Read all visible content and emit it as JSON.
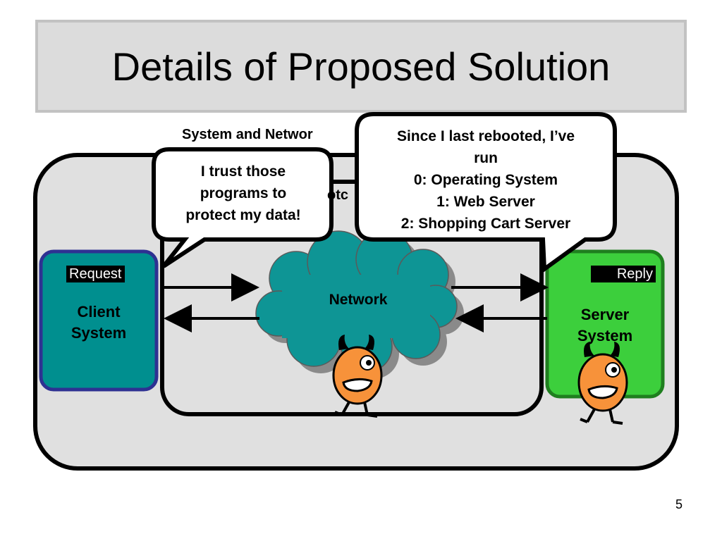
{
  "slide": {
    "title": "Details of Proposed Solution",
    "page_number": "5"
  },
  "diagram": {
    "outer_label": "System and Networ",
    "inner_label": "otc",
    "client": {
      "tag": "Request",
      "line1": "Client",
      "line2": "System",
      "fill": "#008f8f",
      "border": "#2e3192"
    },
    "server": {
      "tag": "Reply",
      "line1": "Server",
      "line2": "System",
      "fill": "#3ccf3c",
      "border": "#1f7f1f"
    },
    "network": {
      "label": "Network",
      "fill": "#0e9595"
    },
    "client_bubble": {
      "line1": "I trust those",
      "line2": "programs to",
      "line3": "protect my data!"
    },
    "server_bubble": {
      "line1": "Since I last rebooted, I’ve",
      "line2": "run",
      "line3": "0: Operating System",
      "line4": "1: Web Server",
      "line5": "2: Shopping Cart Server"
    },
    "colors": {
      "panel_bg": "#e0e0e0",
      "devil": "#f7923a"
    },
    "icons": [
      "devil-icon-network",
      "devil-icon-server",
      "arrow-right",
      "arrow-left"
    ]
  }
}
